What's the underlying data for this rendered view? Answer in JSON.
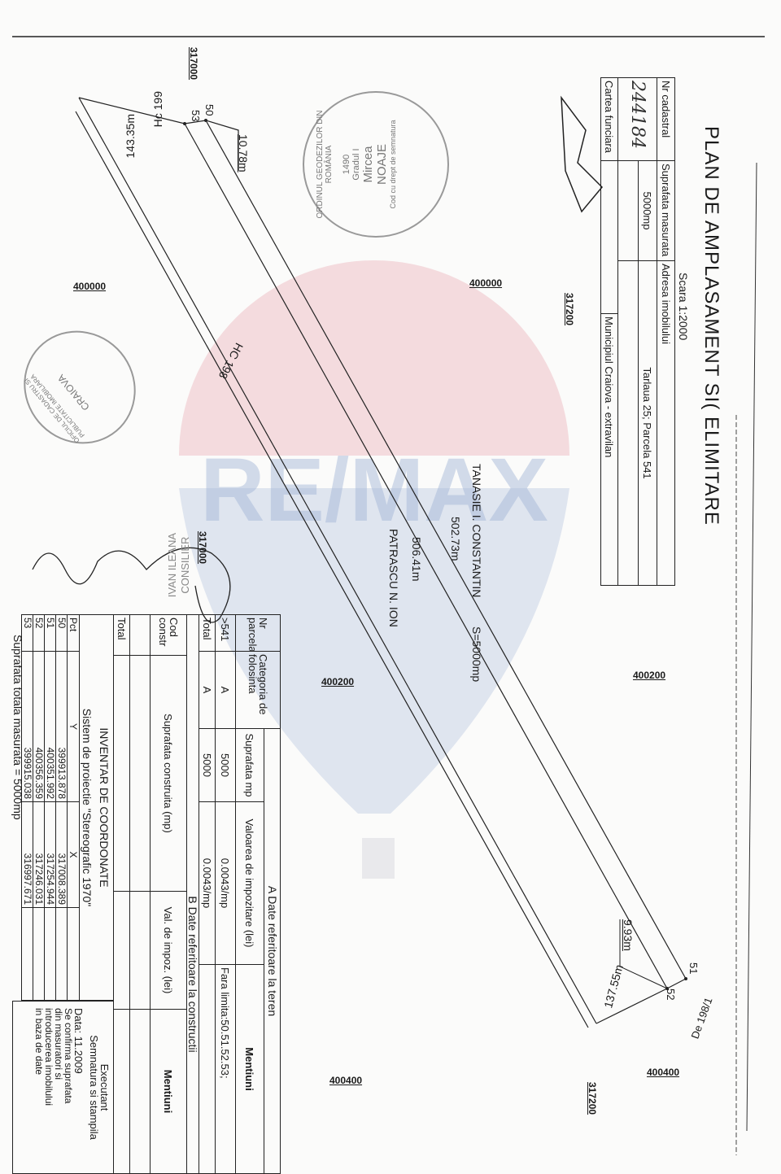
{
  "header": {
    "title": "PLAN DE AMPLASAMENT SI( ELIMITARE",
    "scale": "Scara 1:2000"
  },
  "info_table": {
    "nr_cadastral_label": "Nr cadastral",
    "nr_cadastral_value": "244184",
    "suprafata_label": "Suprafata masurata",
    "suprafata_value": "5000mp",
    "adresa_label": "Adresa imobilului",
    "adresa_value": "Tarlaua 25; Parcela 541",
    "cartea_label": "Cartea funciara",
    "cartea_value": "Municipiul Craiova - extravilan"
  },
  "grid_labels": {
    "y_317000_a": "317000",
    "y_317200_a": "317200",
    "y_317000_b": "317000",
    "y_317200_b": "317200",
    "x_400000_a": "400000",
    "x_400000_b": "400000",
    "x_400200_a": "400200",
    "x_400200_b": "400200",
    "x_400400_a": "400400",
    "x_400400_b": "400400"
  },
  "plan": {
    "owner_north": "TANASIE I. CONSTANTIN",
    "length_north": "502.73m",
    "area": "S=5000mp",
    "length_south": "506.41m",
    "owner_south": "PATRASCU N. ION",
    "road_hc198": "HC 198",
    "road_hc199": "Hc 199",
    "road_de198": "De 198/1",
    "dim_143": "143.35m",
    "dim_1078": "10.78m",
    "dim_993": "9.93m",
    "dim_13755": "137.55m",
    "points": [
      "50",
      "51",
      "52",
      "53"
    ]
  },
  "stamps": {
    "geodez": {
      "ring": "ORDINUL GEODEZILOR DIN ROMÂNIA",
      "name1": "Mircea",
      "name2": "NOAJE",
      "grade": "Gradul I",
      "number": "1490",
      "note": "Cod cu drept de semnatura"
    },
    "ocpi": {
      "ring": "OFICIUL DE CADASTRU SI PUBLICITATE IMOBILIARA",
      "city": "CRAIOVA"
    },
    "consilier": {
      "role": "CONSILIER",
      "name": "IVAN ILEANA"
    }
  },
  "table_a": {
    "section_title": "A Date referitoare la teren",
    "headers": [
      "Nr parcela",
      "Categoria de folosinta",
      "Suprafata mp",
      "Valoarea de impozitare (lei)",
      "Mentiuni"
    ],
    "rows": [
      [
        ">541",
        "A",
        "5000",
        "0.0043/mp",
        "Fara limita:50.51.52.53;"
      ],
      [
        "Total",
        "A",
        "5000",
        "0.0043/mp",
        ""
      ]
    ]
  },
  "table_b": {
    "section_title": "B Date referitoare la constructii",
    "headers": [
      "Cod constr",
      "Suprafata construita (mp)",
      "Val. de impoz. (lei)",
      "Mentiuni"
    ],
    "total_label": "Total"
  },
  "coordinates": {
    "title": "INVENTAR DE COORDONATE",
    "system": "Sistem de proiectie \"Stereografic 1970\"",
    "headers": [
      "Pct",
      "Y",
      "X"
    ],
    "rows": [
      [
        "50",
        "399913.878",
        "317008.389"
      ],
      [
        "51",
        "400351.992",
        "317254.944"
      ],
      [
        "52",
        "400356.359",
        "317246.031"
      ],
      [
        "53",
        "399915.038",
        "316997.671"
      ]
    ],
    "total_area": "Suprafata totala masurata = 5000mp"
  },
  "executant": {
    "title": "Executant",
    "signature": "Semnatura si stampila",
    "date": "Data: 11.2009",
    "confirm": [
      "Se confirma suprafata",
      "din masuratori si",
      "introducerea imobilului",
      "in baza de date"
    ]
  },
  "watermark": {
    "text": "RE/MAX",
    "colors": {
      "red": "#e8a0a8",
      "blue": "#9fb4d6"
    }
  }
}
